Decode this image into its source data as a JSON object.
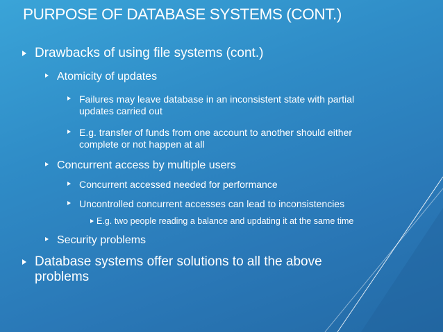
{
  "slide": {
    "title": "PURPOSE OF DATABASE SYSTEMS (CONT.)",
    "bullets": [
      {
        "level": 1,
        "text": "Drawbacks of using file systems (cont.)"
      },
      {
        "level": 2,
        "text": "Atomicity of updates"
      },
      {
        "level": 3,
        "text": "Failures may leave database in an inconsistent state with partial",
        "cont": "updates carried out"
      },
      {
        "level": 3,
        "text": "E.g. transfer of funds from one account to another should either",
        "cont": "complete or not happen at all"
      },
      {
        "level": 2,
        "text": "Concurrent access by multiple users"
      },
      {
        "level": 3,
        "text": "Concurrent accessed needed for performance"
      },
      {
        "level": 3,
        "text": "Uncontrolled concurrent accesses can lead to inconsistencies"
      },
      {
        "level": 4,
        "text": "E.g. two people reading a balance and updating it at the same time"
      },
      {
        "level": 2,
        "text": "Security problems"
      },
      {
        "level": 1,
        "text": "Database systems offer solutions to all the above",
        "cont": "problems"
      }
    ]
  },
  "colors": {
    "background_top": "#3aa4d8",
    "background_bottom": "#236aa6",
    "text": "#ffffff"
  }
}
